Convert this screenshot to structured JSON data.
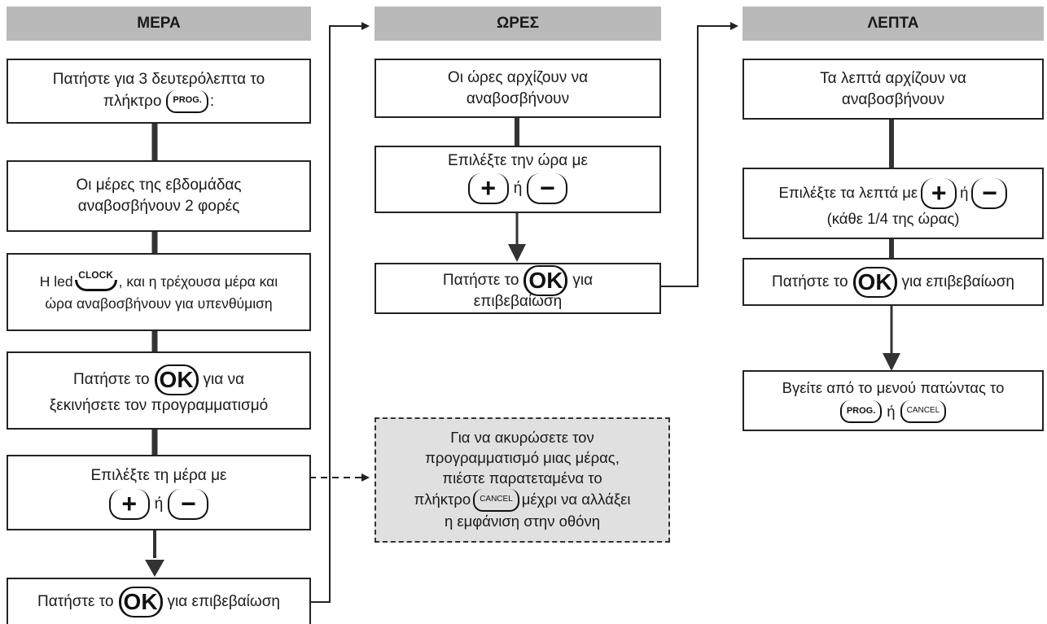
{
  "columns": {
    "days": {
      "header": "ΜΕΡΑ",
      "box1": {
        "line1": "Πατήστε για 3 δευτερόλεπτα το",
        "line2_pre": "πλήκτρο",
        "key": "PROG.",
        "line2_post": ":"
      },
      "box2": {
        "line1": "Οι μέρες της εβδομάδας",
        "line2": "αναβοσβήνουν 2 φορές"
      },
      "box3": {
        "line1_pre": "Η led",
        "key": "CLOCK",
        "line1_post": ", και η τρέχουσα μέρα και",
        "line2": "ώρα αναβοσβήνουν για υπενθύμιση"
      },
      "box4": {
        "pre": "Πατήστε το",
        "key": "OK",
        "post": "για  να",
        "line2": "ξεκινήσετε τον προγραμματισμό"
      },
      "box5": {
        "line1": "Επιλέξτε τη μέρα με",
        "plus": "+",
        "or": "ή",
        "minus": "−"
      },
      "box6": {
        "pre": "Πατήστε το",
        "key": "OK",
        "post": "για επιβεβαίωση"
      }
    },
    "hours": {
      "header": "ΩΡΕΣ",
      "box1": {
        "line1": "Οι ώρες αρχίζουν να",
        "line2": "αναβοσβήνουν"
      },
      "box2": {
        "line1": "Επιλέξτε την ώρα με",
        "plus": "+",
        "or": "ή",
        "minus": "−"
      },
      "box3": {
        "pre": "Πατήστε το",
        "key": "OK",
        "post": "για",
        "line2": "επιβεβαίωση"
      },
      "note": {
        "line1": "Για να ακυρώσετε τον",
        "line2": "προγραμματισμό μιας μέρας,",
        "line3": "πιέστε παρατεταμένα το",
        "line4_pre": "πλήκτρο",
        "key": "CANCEL",
        "line4_post": "μέχρι να αλλάξει",
        "line5": "η εμφάνιση στην οθόνη"
      }
    },
    "minutes": {
      "header": "ΛΕΠΤΑ",
      "box1": {
        "line1": "Τα λεπτά αρχίζουν να",
        "line2": "αναβοσβήνουν"
      },
      "box2": {
        "line1_pre": "Επιλέξτε τα λεπτά με",
        "plus": "+",
        "or": "ή",
        "minus": "−",
        "line2": "(κάθε 1/4 της ώρας)"
      },
      "box3": {
        "pre": "Πατήστε το",
        "key": "OK",
        "post": "για επιβεβαίωση"
      },
      "box4": {
        "line1": "Βγείτε από το μενού πατώντας το",
        "key1": "PROG.",
        "or": "ή",
        "key2": "CANCEL"
      }
    }
  },
  "colors": {
    "header_bg": "#b9b9b9",
    "note_bg": "#e0e0e0",
    "line": "#222222"
  }
}
